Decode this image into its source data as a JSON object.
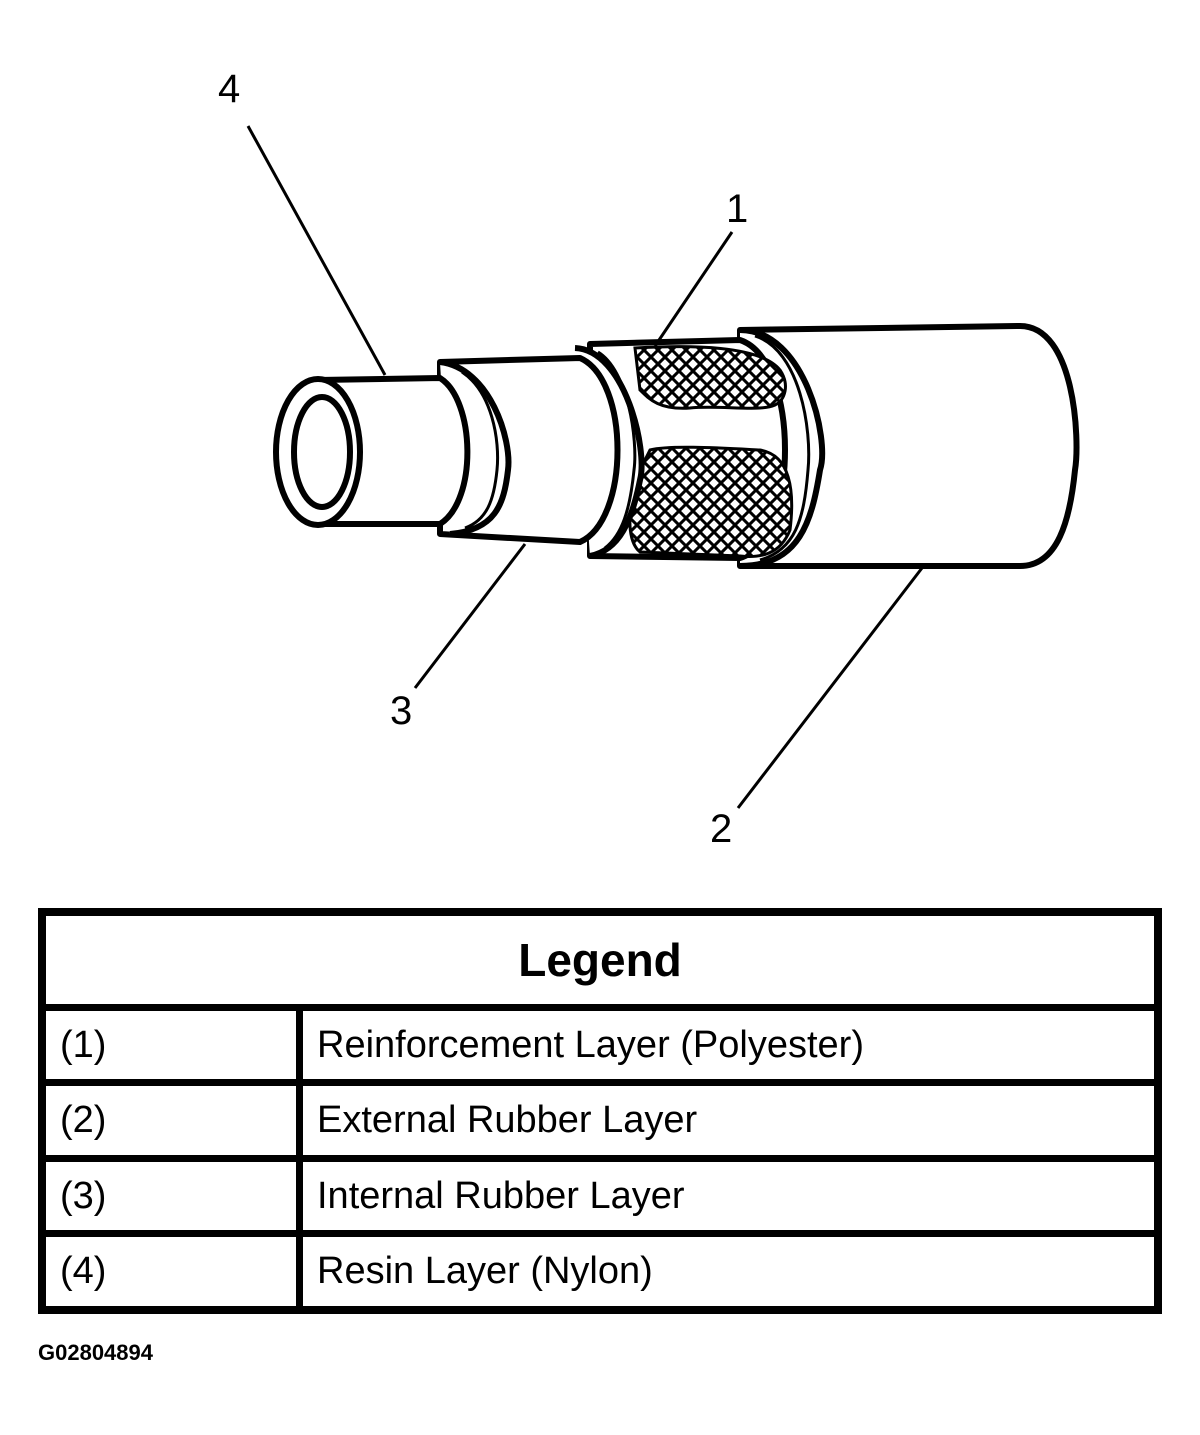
{
  "callouts": {
    "c1": "1",
    "c2": "2",
    "c3": "3",
    "c4": "4"
  },
  "legend": {
    "title": "Legend",
    "rows": [
      {
        "num": "(1)",
        "desc": "Reinforcement Layer (Polyester)"
      },
      {
        "num": "(2)",
        "desc": "External Rubber Layer"
      },
      {
        "num": "(3)",
        "desc": "Internal Rubber Layer"
      },
      {
        "num": "(4)",
        "desc": "Resin Layer (Nylon)"
      }
    ]
  },
  "figure_code": "G02804894"
}
